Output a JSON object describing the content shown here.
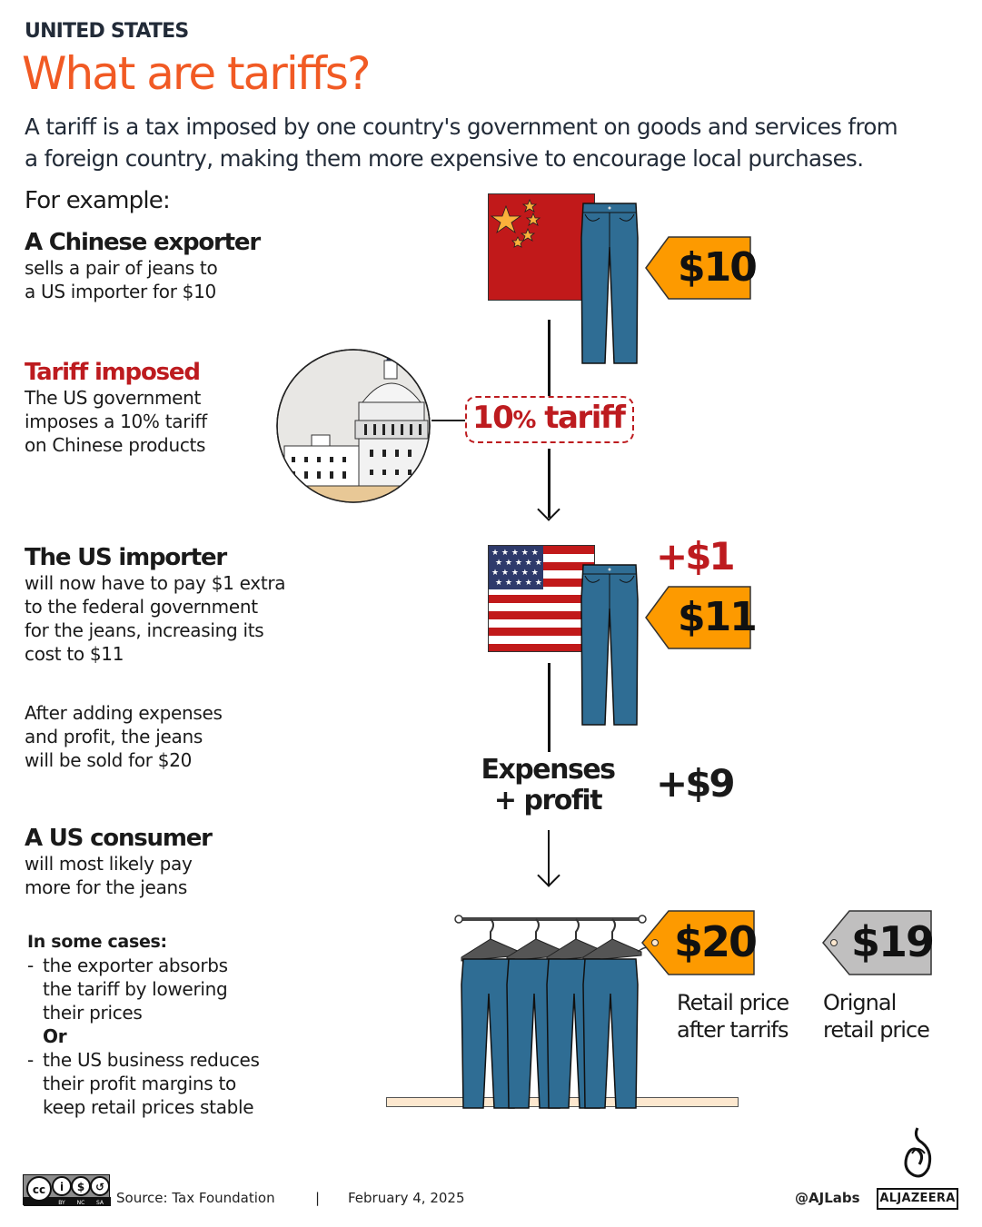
{
  "header": {
    "kicker": "UNITED STATES",
    "title": "What are tariffs?",
    "intro_line1": "A tariff is a tax imposed by one country's government on goods and services from",
    "intro_line2": "a foreign country, making them more expensive to encourage local purchases."
  },
  "example_label": "For example:",
  "steps": [
    {
      "heading": "A Chinese exporter",
      "lines": [
        "sells a pair of jeans to",
        "a US importer for $10"
      ]
    },
    {
      "heading": "Tariff imposed",
      "lines": [
        "The US government",
        "imposes a 10% tariff",
        "on Chinese products"
      ]
    },
    {
      "heading": "The US importer",
      "lines": [
        "will now have to pay $1 extra",
        "to the federal government",
        "for the jeans, increasing its",
        "cost to $11"
      ],
      "extra_lines": [
        "After adding expenses",
        "and profit, the jeans",
        "will be sold for $20"
      ]
    },
    {
      "heading": "A US consumer",
      "lines": [
        "will most likely pay",
        "more for the jeans"
      ],
      "cases_title": "In some cases:",
      "cases": [
        {
          "bullet": "-",
          "lines": [
            "the exporter absorbs",
            "the tariff  by lowering",
            "their prices"
          ]
        },
        {
          "bullet": "",
          "lines": [
            "Or"
          ]
        },
        {
          "bullet": "-",
          "lines": [
            "the US business reduces",
            "their profit margins to",
            "keep retail prices stable"
          ]
        }
      ]
    }
  ],
  "diagram": {
    "price_export": "$10",
    "tariff_label_num": "10",
    "tariff_label_pct": "%",
    "tariff_label_word": " tariff",
    "tariff_add": "+$1",
    "price_import": "$11",
    "expenses_line1": "Expenses",
    "expenses_line2": "+ profit",
    "expenses_add": "+$9",
    "price_retail": "$20",
    "price_original": "$19",
    "retail_caption_1": "Retail price",
    "retail_caption_2": "after tarrifs",
    "original_caption_1": "Orignal",
    "original_caption_2": "retail price"
  },
  "colors": {
    "title": "#f15a24",
    "accent_red": "#bd1b1f",
    "tag_orange": "#fd9a00",
    "tag_grey": "#c0bfbf",
    "denim": "#2f6d94",
    "china_red": "#c1191a",
    "star_yellow": "#fbb03b",
    "usa_blue": "#2e3a6b",
    "shelf": "#fde8cf"
  },
  "footer": {
    "license": "CC BY NC SA",
    "license_parts": [
      "BY",
      "NC",
      "SA"
    ],
    "source": "Source:  Tax Foundation",
    "separator": "|",
    "date": "February 4, 2025",
    "handle": "@AJLabs",
    "brand": "ALJAZEERA"
  }
}
